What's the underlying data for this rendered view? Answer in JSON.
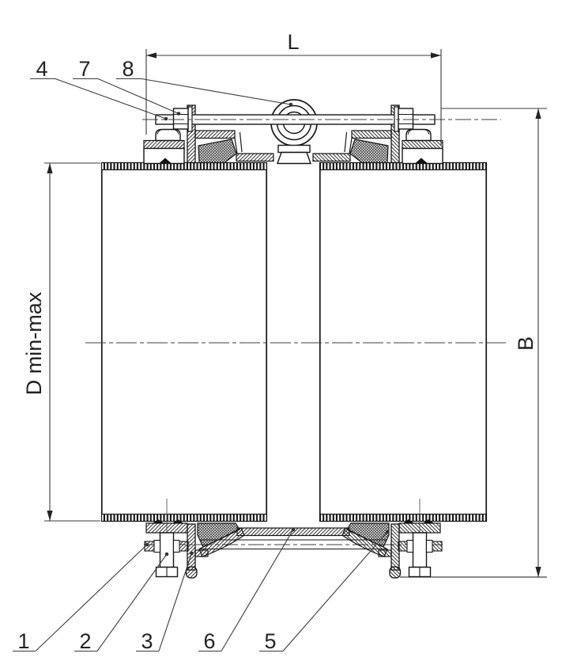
{
  "drawing": {
    "type": "technical-drawing-pipe-coupling-section",
    "background_color": "#ffffff",
    "line_color": "#1a1a1a",
    "thin_line_color": "#3c3c3c",
    "dimensions": {
      "length_label": "L",
      "height_label": "B",
      "diameter_label": "D min-max"
    },
    "callouts_top": [
      "4",
      "7",
      "8"
    ],
    "callouts_bottom": [
      "1",
      "2",
      "3",
      "6",
      "5"
    ]
  }
}
